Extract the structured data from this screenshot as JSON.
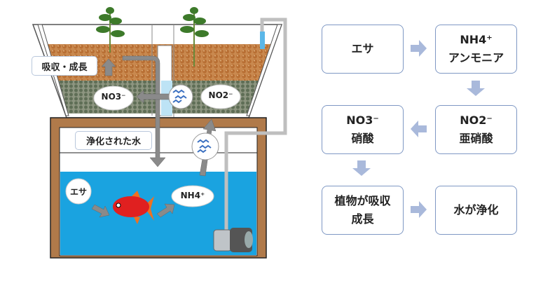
{
  "illustration": {
    "absorb_label": "吸収・成長",
    "no3_cloud": "NO3⁻",
    "no2_cloud": "NO2⁻",
    "purified_water_label": "浄化された水",
    "feed_bubble": "エサ",
    "nh4_cloud": "NH4⁺"
  },
  "flow": {
    "feed": {
      "line1": "エサ"
    },
    "ammonia": {
      "line1": "NH4⁺",
      "line2": "アンモニア"
    },
    "nitrite": {
      "line1": "NO2⁻",
      "line2": "亜硝酸"
    },
    "nitrate": {
      "line1": "NO3⁻",
      "line2": "硝酸"
    },
    "plants": {
      "line1": "植物が吸収",
      "line2": "成長"
    },
    "purified": {
      "line1": "水が浄化"
    }
  },
  "colors": {
    "box_border": "#7f98c4",
    "arrow": "#a9b9db",
    "water": "#1aa3e0",
    "wood": "#b07a4a"
  }
}
